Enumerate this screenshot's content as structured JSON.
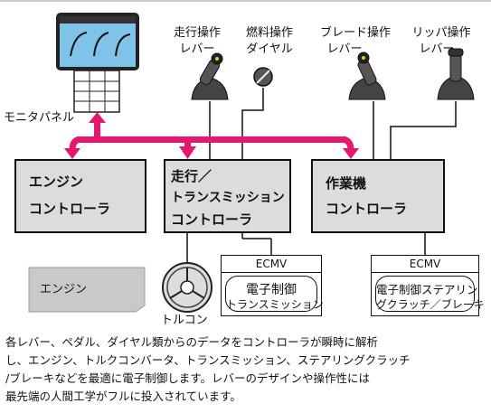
{
  "monitor_label": "モニタパネル",
  "levers": [
    {
      "line1": "走行操作",
      "line2": "レバー"
    },
    {
      "line1": "燃料操作",
      "line2": "ダイヤル"
    },
    {
      "line1": "ブレード操作",
      "line2": "レバー"
    },
    {
      "line1": "リッパ操作",
      "line2": "レバー"
    }
  ],
  "controllers": {
    "engine": {
      "line1": "エンジン",
      "line2": "コントローラ"
    },
    "travel": {
      "line1": "走行／",
      "line2": "トランスミッション",
      "line3": "コントローラ"
    },
    "work": {
      "line1": "作業機",
      "line2": "コントローラ"
    }
  },
  "engine_label": "エンジン",
  "torque_label": "トルコン",
  "ecmv_left": {
    "head": "ECMV",
    "line1": "電子制御",
    "line2": "トランスミッション"
  },
  "ecmv_right": {
    "head": "ECMV",
    "line1": "電子制御ステアリン",
    "line2": "グクラッチ／ブレーキ"
  },
  "caption": [
    "各レバー、ペダル、ダイヤル類からのデータをコントローラが瞬時に解析",
    "し、エンジン、トルクコンバータ、トランスミッション、ステアリングクラッチ",
    "/ブレーキなどを最適に電子制御します。レバーのデザインや操作性には",
    "最先端の人間工学がフルに投入されています。"
  ],
  "colors": {
    "arrow": "#e6176e",
    "box": "#dcdcdc",
    "monitor_screen": "#7fc3e8",
    "grip": "#333333"
  }
}
